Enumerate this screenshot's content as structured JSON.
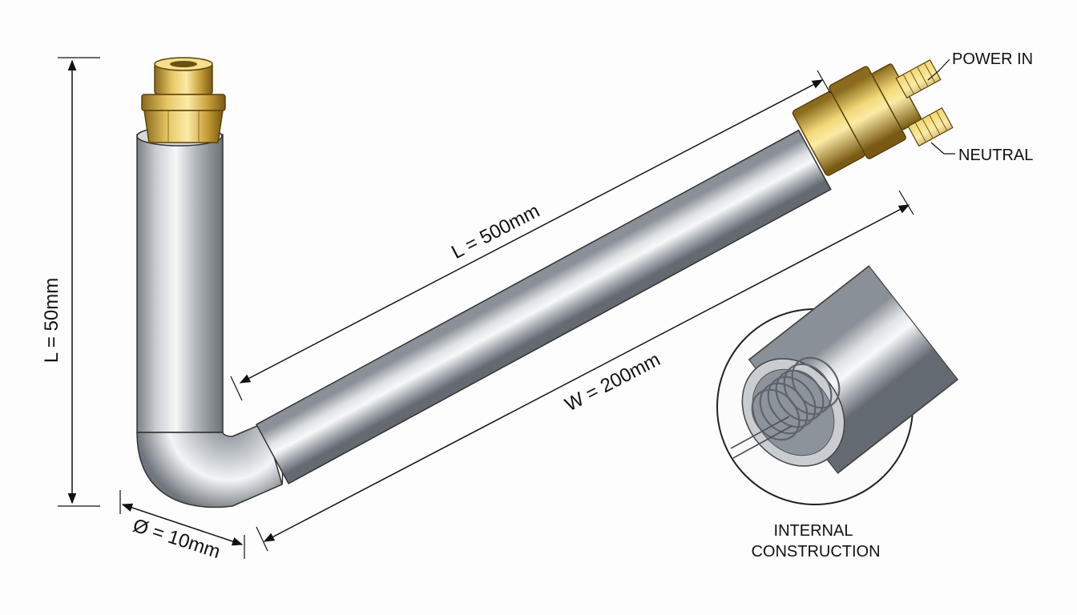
{
  "dimensions": {
    "vertical_length": "L = 50mm",
    "diagonal_length": "L = 500mm",
    "width": "W = 200mm",
    "diameter": "Ø = 10mm"
  },
  "terminals": {
    "power_in": "POWER IN",
    "neutral": "NEUTRAL"
  },
  "detail": {
    "line1": "INTERNAL",
    "line2": "CONSTRUCTION"
  },
  "colors": {
    "tube_light": "#f2f3f5",
    "tube_mid": "#b9bec4",
    "tube_dark": "#6f757c",
    "brass_light": "#f4e08a",
    "brass_mid": "#caa23e",
    "brass_dark": "#7d5d14",
    "line": "#111111"
  }
}
